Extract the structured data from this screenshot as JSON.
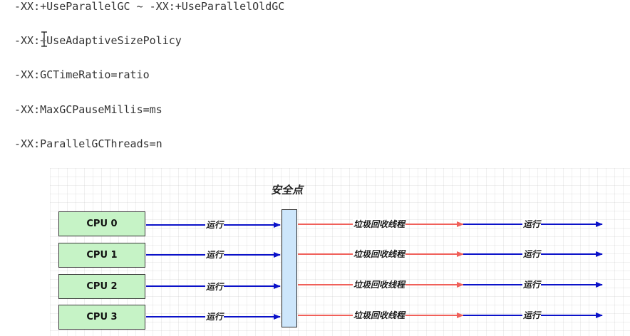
{
  "flags": [
    "-XX:+UseParallelGC ~ -XX:+UseParallelOldGC",
    "-XX:+UseAdaptiveSizePolicy",
    "-XX:GCTimeRatio=ratio",
    "-XX:MaxGCPauseMillis=ms",
    "-XX:ParallelGCThreads=n"
  ],
  "diagram": {
    "safepoint_label": "安全点",
    "cpus": [
      "CPU 0",
      "CPU 1",
      "CPU 2",
      "CPU 3"
    ],
    "run_label": "运行",
    "gc_label": "垃圾回收线程",
    "colors": {
      "cpu_fill": "#c6f3c6",
      "safepoint_fill": "#cde6fb",
      "run_arrow": "#0b12c9",
      "gc_arrow": "#f0605a"
    }
  }
}
